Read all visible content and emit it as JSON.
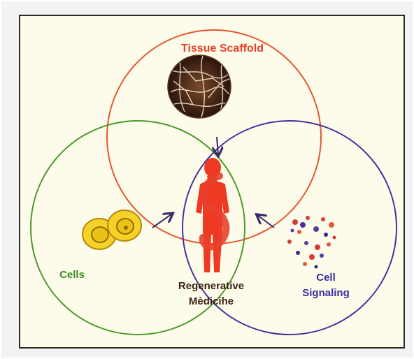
{
  "diagram": {
    "labels": {
      "tissue_scaffold": "Tissue Scaffold",
      "cells": "Cells",
      "regenerative_line1": "Regenerative",
      "regenerative_line2": "Mèdicihe",
      "cell_signaling_line1": "Cell",
      "cell_signaling_line2": "Signaling"
    },
    "colors": {
      "background": "#fdfbe9",
      "frame": "#2a2a2a",
      "scaffold_circle": "#e4572e",
      "cells_circle": "#4b9a2c",
      "signaling_circle": "#4b2fa0",
      "tissue_scaffold_text": "#e8412c",
      "cells_text": "#3c8b22",
      "regenerative_text": "#3a2413",
      "signaling_text": "#3a2ea0",
      "figure": "#ee3a22",
      "arrow": "#3a2a6a"
    },
    "icons": [
      "scaffold-micrograph-icon",
      "cell-pair-icon",
      "signaling-molecules-icon",
      "human-figure-icon"
    ]
  }
}
